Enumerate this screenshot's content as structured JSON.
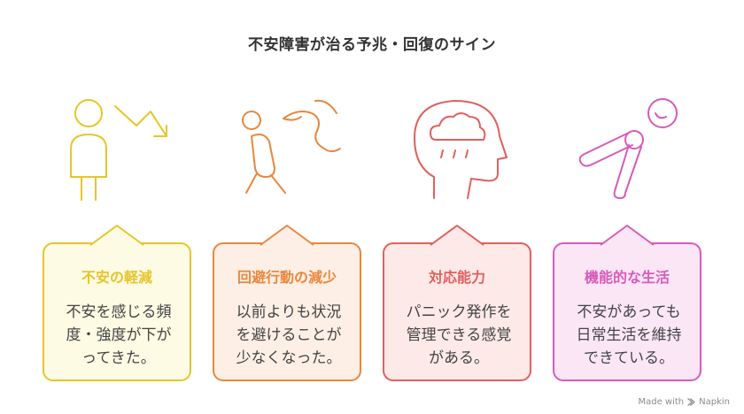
{
  "title": "不安障害が治る予兆・回復のサイン",
  "colors": {
    "yellow": "#e6c52a",
    "orange": "#e8873f",
    "red": "#e0605e",
    "pink": "#d65bb9"
  },
  "cards": [
    {
      "title": "不安の軽減",
      "text": "不安を感じる頻\n度・強度が下が\nってきた。",
      "icon": "person-down-arrow-icon",
      "color": "#e6c52a",
      "bg": "#fdfbe4"
    },
    {
      "title": "回避行動の減少",
      "text": "以前よりも状況\nを避けることが\n少なくなった。",
      "icon": "walking-person-icon",
      "color": "#e8873f",
      "bg": "#fdefe5"
    },
    {
      "title": "対応能力",
      "text": "パニック発作を\n管理できる感覚\nがある。",
      "icon": "head-raincloud-icon",
      "color": "#e0605e",
      "bg": "#fde9e8"
    },
    {
      "title": "機能的な生活",
      "text": "不安があっても\n日常生活を維持\nできている。",
      "icon": "stretching-person-icon",
      "color": "#d65bb9",
      "bg": "#fbe6f6"
    }
  ],
  "footer": {
    "made_with": "Made with",
    "brand": "Napkin"
  }
}
